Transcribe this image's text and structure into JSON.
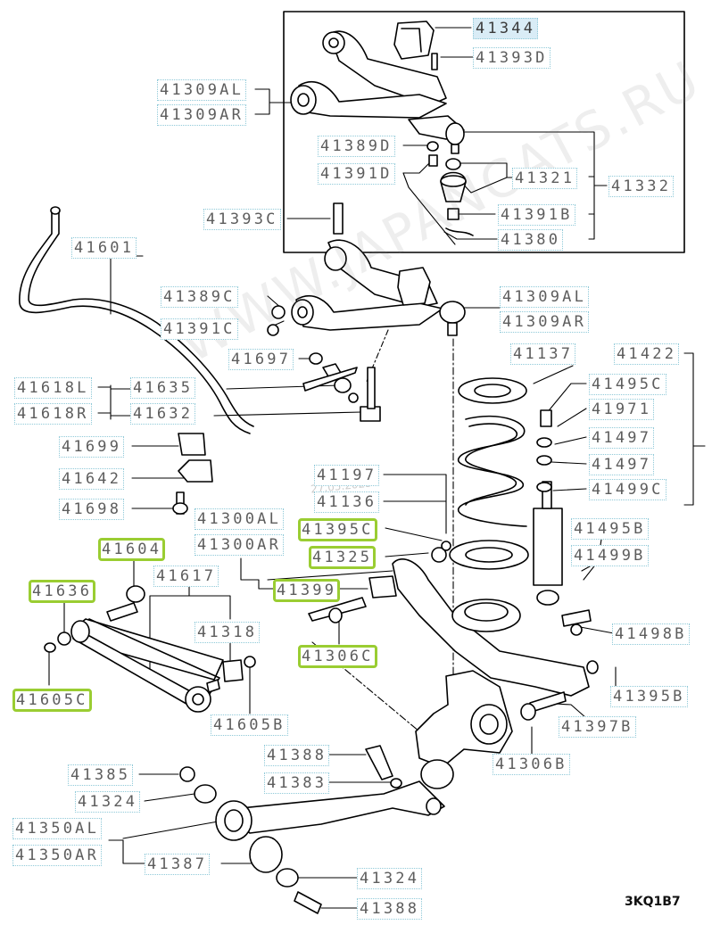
{
  "labels": [
    {
      "id": "41344",
      "text": "41344",
      "selected": true
    },
    {
      "id": "41393D",
      "text": "41393D"
    },
    {
      "id": "41309AL-top",
      "text": "41309AL"
    },
    {
      "id": "41309AR-top",
      "text": "41309AR"
    },
    {
      "id": "41389D",
      "text": "41389D"
    },
    {
      "id": "41391D",
      "text": "41391D"
    },
    {
      "id": "41321",
      "text": "41321"
    },
    {
      "id": "41332",
      "text": "41332"
    },
    {
      "id": "41391B",
      "text": "41391B"
    },
    {
      "id": "41380",
      "text": "41380"
    },
    {
      "id": "41393C",
      "text": "41393C"
    },
    {
      "id": "41601",
      "text": "41601"
    },
    {
      "id": "41389C",
      "text": "41389C"
    },
    {
      "id": "41391C",
      "text": "41391C"
    },
    {
      "id": "41309AL-mid",
      "text": "41309AL"
    },
    {
      "id": "41309AR-mid",
      "text": "41309AR"
    },
    {
      "id": "41697",
      "text": "41697"
    },
    {
      "id": "41137",
      "text": "41137"
    },
    {
      "id": "41422",
      "text": "41422"
    },
    {
      "id": "41618L",
      "text": "41618L"
    },
    {
      "id": "41635",
      "text": "41635"
    },
    {
      "id": "41495C",
      "text": "41495C"
    },
    {
      "id": "41618R",
      "text": "41618R"
    },
    {
      "id": "41632",
      "text": "41632"
    },
    {
      "id": "41971",
      "text": "41971"
    },
    {
      "id": "41699",
      "text": "41699"
    },
    {
      "id": "41497a",
      "text": "41497"
    },
    {
      "id": "41642",
      "text": "41642"
    },
    {
      "id": "41497b",
      "text": "41497"
    },
    {
      "id": "41197",
      "text": "41197"
    },
    {
      "id": "41499C",
      "text": "41499C"
    },
    {
      "id": "41136",
      "text": "41136"
    },
    {
      "id": "41698",
      "text": "41698"
    },
    {
      "id": "41300AL",
      "text": "41300AL"
    },
    {
      "id": "41395C",
      "text": "41395C",
      "highlighted": true
    },
    {
      "id": "41300AR",
      "text": "41300AR"
    },
    {
      "id": "41495B",
      "text": "41495B"
    },
    {
      "id": "41604",
      "text": "41604",
      "highlighted": true
    },
    {
      "id": "41325",
      "text": "41325",
      "highlighted": true
    },
    {
      "id": "41499B",
      "text": "41499B"
    },
    {
      "id": "41617",
      "text": "41617"
    },
    {
      "id": "41636",
      "text": "41636",
      "highlighted": true
    },
    {
      "id": "41399",
      "text": "41399",
      "highlighted": true
    },
    {
      "id": "41318",
      "text": "41318"
    },
    {
      "id": "41498B",
      "text": "41498B"
    },
    {
      "id": "41306C",
      "text": "41306C",
      "highlighted": true
    },
    {
      "id": "41395B",
      "text": "41395B"
    },
    {
      "id": "41605C",
      "text": "41605C",
      "highlighted": true
    },
    {
      "id": "41605B",
      "text": "41605B"
    },
    {
      "id": "41397B",
      "text": "41397B"
    },
    {
      "id": "41388-mid",
      "text": "41388"
    },
    {
      "id": "41306B",
      "text": "41306B"
    },
    {
      "id": "41385",
      "text": "41385"
    },
    {
      "id": "41383",
      "text": "41383"
    },
    {
      "id": "41324-top",
      "text": "41324"
    },
    {
      "id": "41350AL",
      "text": "41350AL"
    },
    {
      "id": "41350AR",
      "text": "41350AR"
    },
    {
      "id": "41387",
      "text": "41387"
    },
    {
      "id": "41324-bot",
      "text": "41324"
    },
    {
      "id": "41388-bot",
      "text": "41388"
    }
  ],
  "watermark": "WWW.JAPANCATS.RU",
  "stamp": "27.05.2023",
  "diagram_code": "3KQ1B7",
  "colors": {
    "label_text": "#5d5d5d",
    "label_border": "#8fc9d8",
    "highlight_border": "#9acd32",
    "selected_bg": "#d9ecf6",
    "line": "#000000"
  }
}
